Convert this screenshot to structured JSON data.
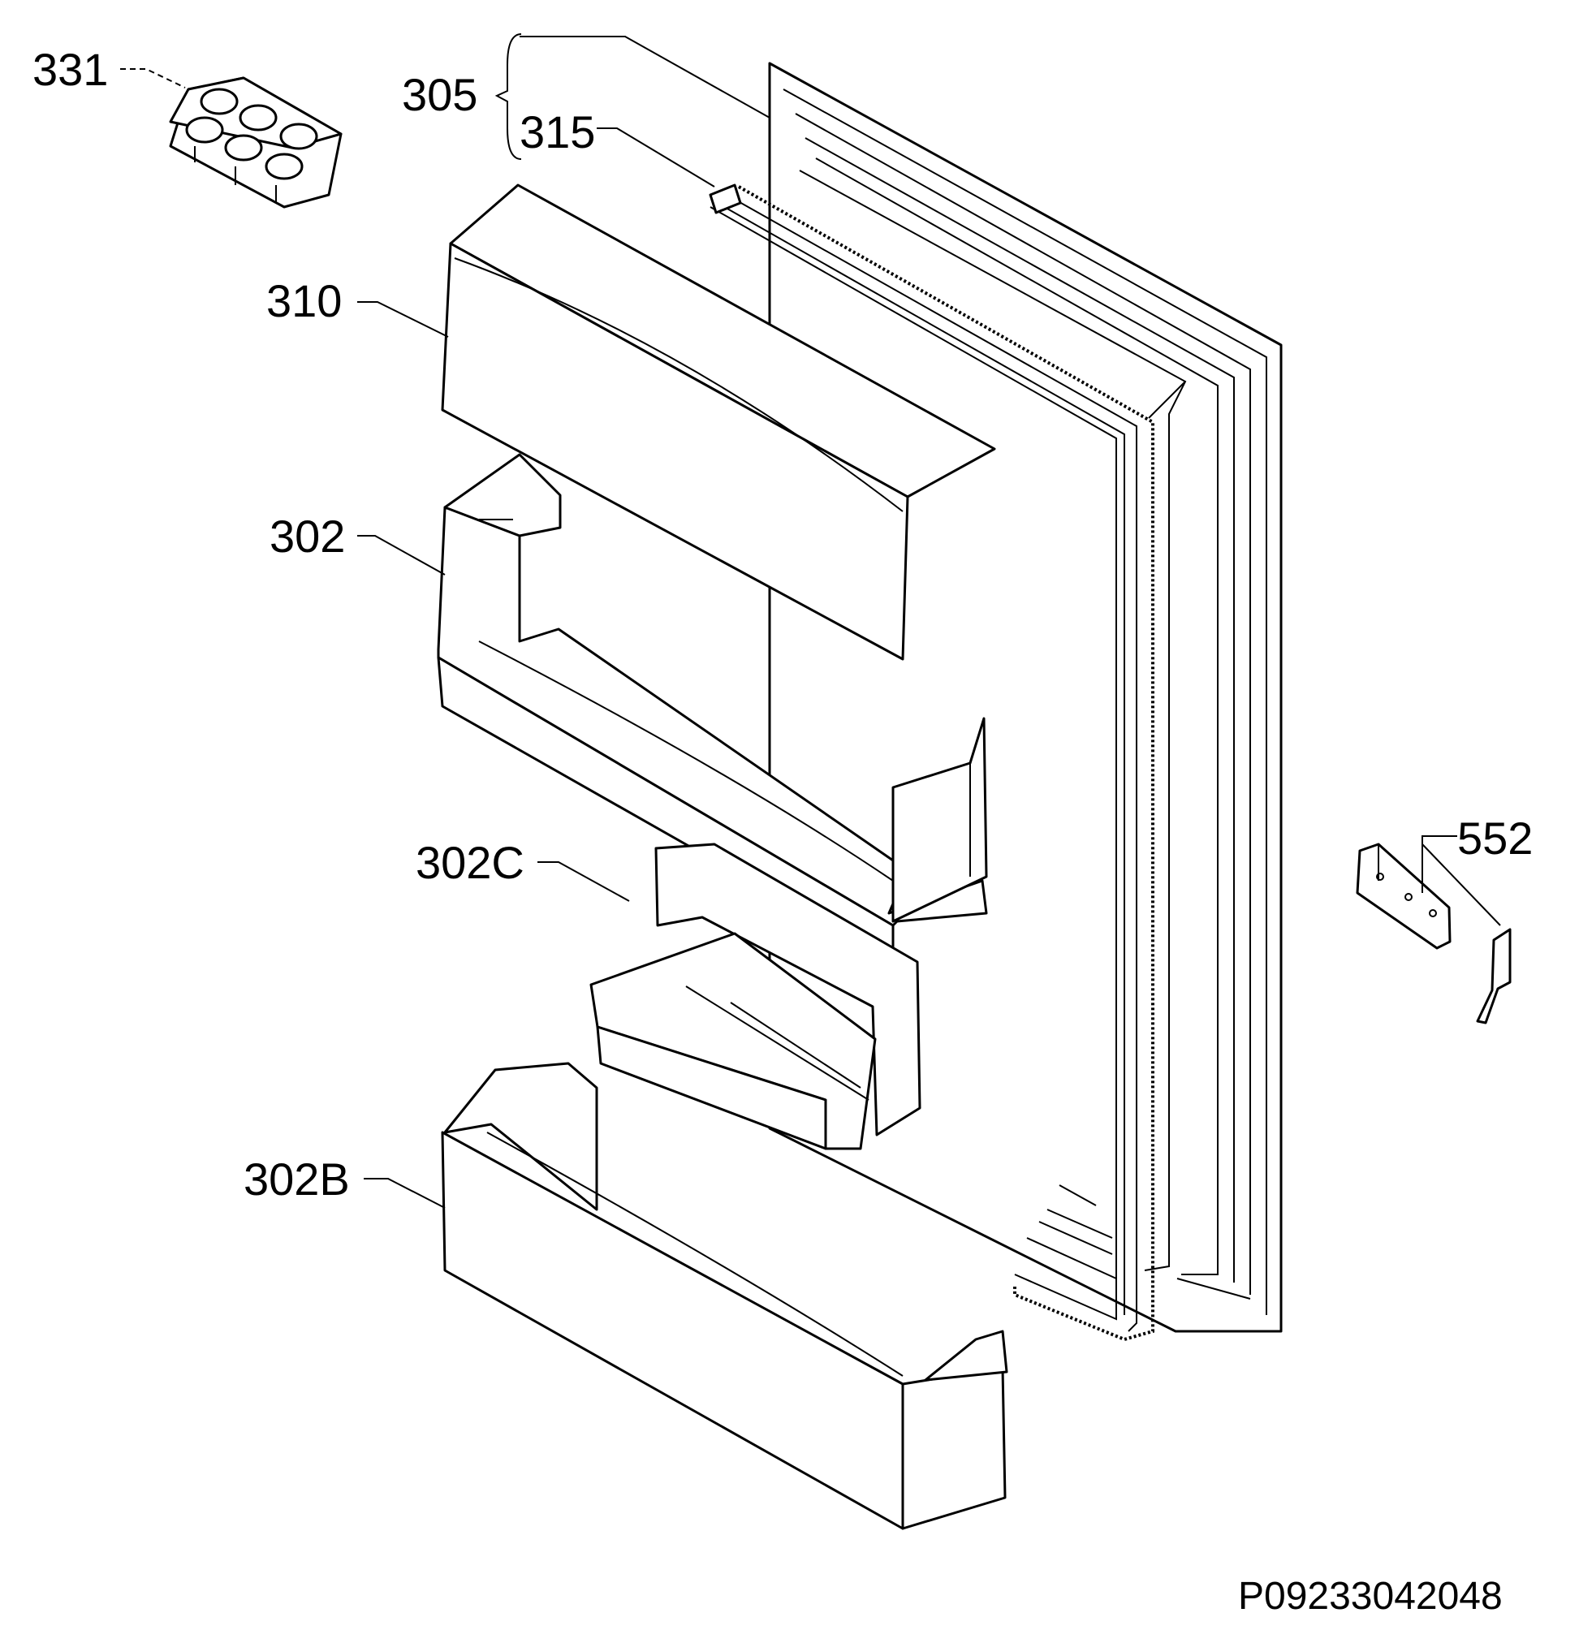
{
  "labels": {
    "part_331": "331",
    "part_305": "305",
    "part_315": "315",
    "part_310": "310",
    "part_302": "302",
    "part_302C": "302C",
    "part_302B": "302B",
    "part_552": "552"
  },
  "drawing_code": "P09233042048",
  "colors": {
    "line": "#000000",
    "background": "#ffffff"
  }
}
